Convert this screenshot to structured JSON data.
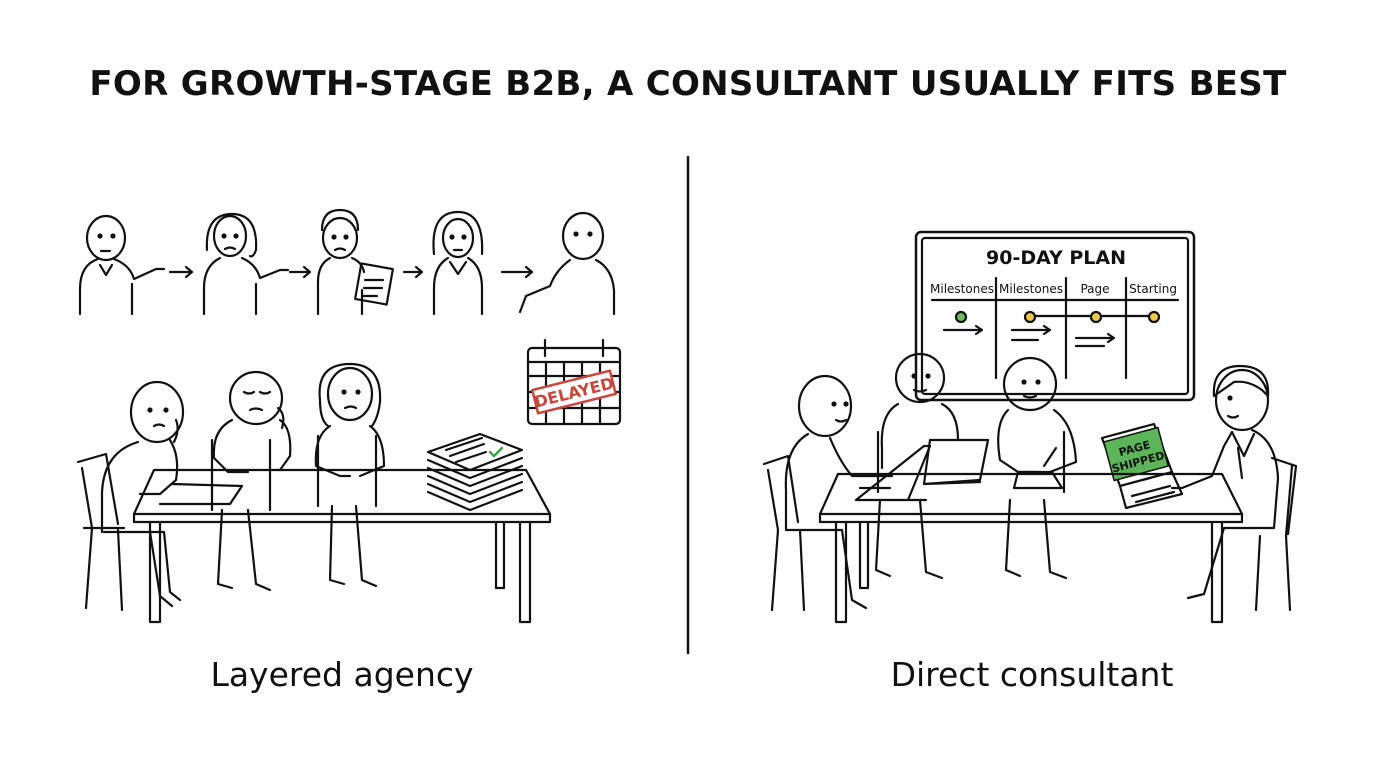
{
  "title": "FOR GROWTH-STAGE B2B, A CONSULTANT USUALLY FITS BEST",
  "left_panel": {
    "caption": "Layered agency",
    "stamp_text": "DELAYED"
  },
  "right_panel": {
    "caption": "Direct consultant",
    "board": {
      "title": "90-DAY PLAN",
      "columns": [
        "Milestones",
        "Milestones",
        "Page",
        "Starting"
      ]
    },
    "laptop_screen_line1": "PAGE",
    "laptop_screen_line2": "SHIPPED"
  },
  "colors": {
    "ink": "#111111",
    "stamp_red": "#c8473d",
    "screen_green": "#5db55a",
    "dot_green": "#6cbf5c",
    "dot_yellow": "#f0c84a",
    "check_green": "#3fa34d"
  }
}
